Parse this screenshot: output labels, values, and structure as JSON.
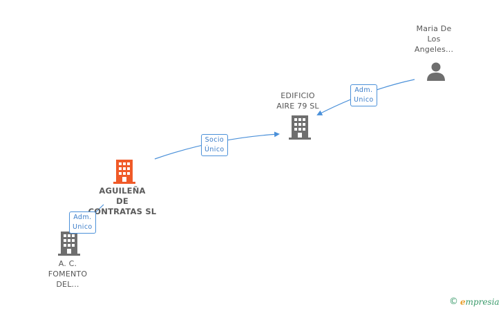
{
  "nodes": {
    "maria": {
      "lines": [
        "Maria De",
        "Los",
        "Angeles..."
      ],
      "type": "person"
    },
    "edificio": {
      "lines": [
        "EDIFICIO",
        "AIRE 79 SL"
      ],
      "type": "company"
    },
    "aguilena": {
      "lines": [
        "AGUILEÑA",
        "DE",
        "CONTRATAS SL"
      ],
      "type": "company-main"
    },
    "fomento": {
      "lines": [
        "A. C.",
        "FOMENTO",
        "DEL..."
      ],
      "type": "company"
    }
  },
  "edges": {
    "maria_to_edificio": {
      "lines": [
        "Adm.",
        "Unico"
      ]
    },
    "aguilena_to_edificio": {
      "lines": [
        "Socio",
        "Único"
      ]
    },
    "fomento_to_aguilena": {
      "lines": [
        "Adm.",
        "Unico"
      ]
    }
  },
  "colors": {
    "edge": "#4a90d9",
    "company_icon": "#6e6e6e",
    "main_icon": "#f05a28",
    "person_icon": "#6e6e6e"
  },
  "footer": {
    "copyright": "©",
    "brand_initial": "e",
    "brand_rest": "mpresia"
  }
}
